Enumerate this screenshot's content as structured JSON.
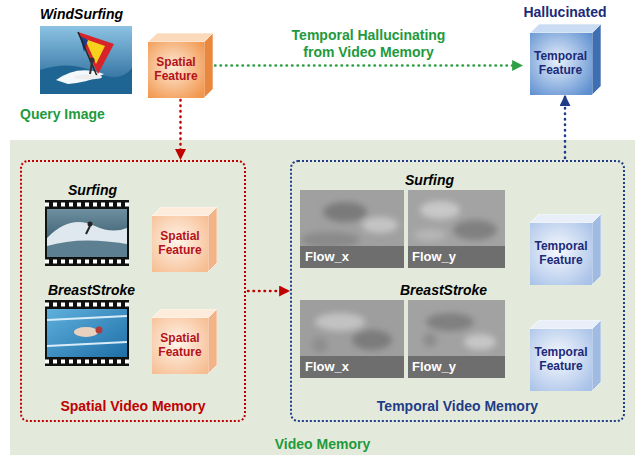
{
  "diagram": {
    "nodes": [
      {
        "text": [
          "WindSurfing",
          "Query Image"
        ]
      },
      {
        "text": [
          "Spatial Feature"
        ]
      },
      {
        "text": [
          "Hallucinated",
          "Temporal Feature"
        ]
      },
      {
        "text": [
          "Video Memory"
        ]
      },
      {
        "text": [
          "Spatial Video Memory"
        ],
        "in": 3
      },
      {
        "text": [
          "Spatial Feature"
        ],
        "in": 4
      },
      {
        "text": [
          "Spatial Feature"
        ],
        "in": 4
      },
      {
        "text": [
          "Temporal Video Memory"
        ],
        "in": 3
      },
      {
        "text": [
          "Temporal Feature"
        ],
        "in": 7
      },
      {
        "text": [
          "Temporal Feature"
        ],
        "in": 7
      }
    ],
    "edges": [
      {
        "from": 1,
        "to": 2,
        "arrow": "to",
        "label": "Temporal Hallucinating from Video Memory"
      },
      {
        "from": 1,
        "to": 4,
        "arrow": "to"
      },
      {
        "from": 4,
        "to": 7,
        "arrow": "to"
      },
      {
        "from": 7,
        "to": 2,
        "arrow": "to"
      }
    ],
    "labels": [
      "Surfing",
      "BreastStroke",
      "Surfing",
      "Flow_x",
      "Flow_y",
      "BreastStroke",
      "Flow_x",
      "Flow_y"
    ]
  }
}
